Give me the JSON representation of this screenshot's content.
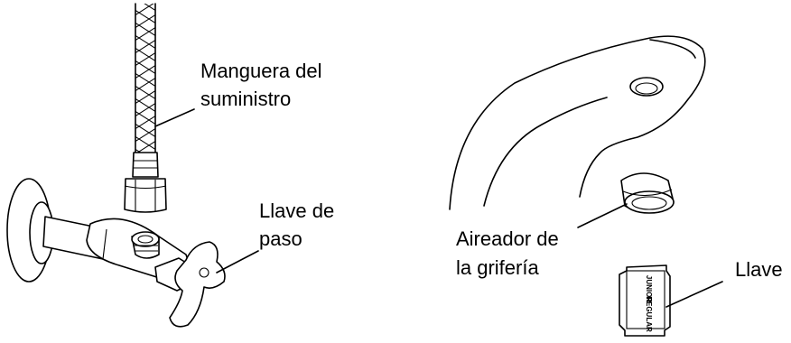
{
  "labels": {
    "hose_line1": "Manguera del",
    "hose_line2": "suministro",
    "valve_line1": "Llave de",
    "valve_line2": "paso",
    "aerator_line1": "Aireador de",
    "aerator_line2": "la grifería",
    "key": "Llave",
    "key_text_top": "JUNIOR",
    "key_text_bottom": "REGULAR"
  },
  "icons": [
    "supply-hose",
    "shutoff-valve",
    "faucet-spout",
    "aerator",
    "aerator-key"
  ]
}
